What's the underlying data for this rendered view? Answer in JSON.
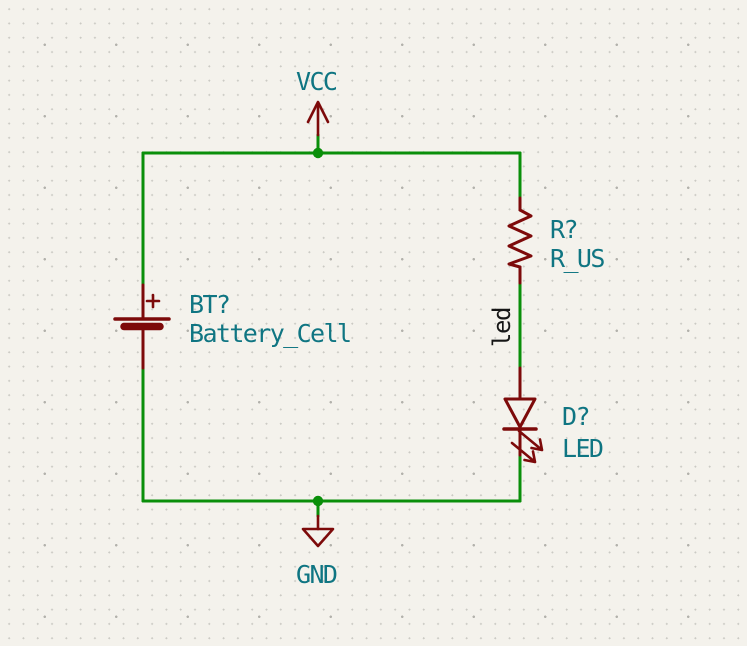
{
  "colors": {
    "canvas-bg": "#f4f2ec",
    "grid-dot": "#cbcac4",
    "grid-dot-major": "#b3b2ac",
    "wire": "#0a8f0a",
    "component": "#7d0a0a",
    "field-text": "#0f7582",
    "label-text": "#161616"
  },
  "schematic": {
    "power": {
      "vcc": {
        "label": "VCC"
      },
      "gnd": {
        "label": "GND"
      }
    },
    "components": {
      "battery": {
        "reference": "BT?",
        "value": "Battery_Cell"
      },
      "resistor": {
        "reference": "R?",
        "value": "R_US"
      },
      "led": {
        "reference": "D?",
        "value": "LED"
      }
    },
    "net_labels": {
      "led_net": {
        "text": "led"
      }
    }
  }
}
